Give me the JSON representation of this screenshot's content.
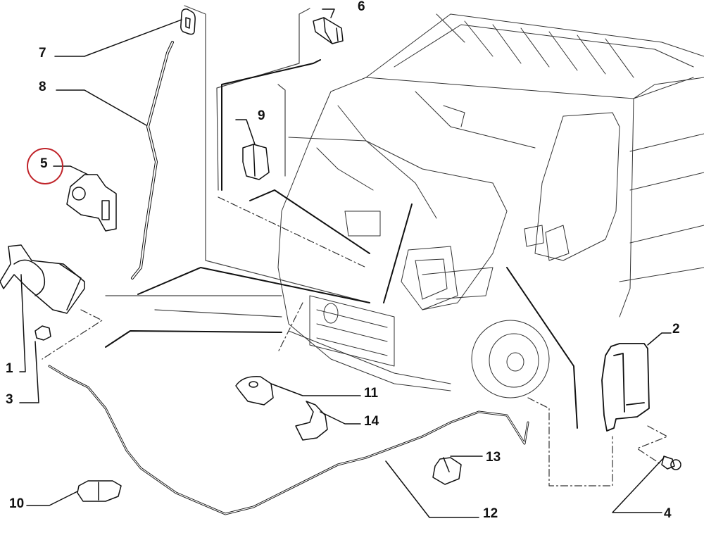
{
  "diagram": {
    "subject": "van-hood-release-exploded-view",
    "highlight_color": "#c0242a",
    "line_color": "#111111",
    "highlighted_callout": "5",
    "callouts": [
      {
        "id": "c1",
        "label": "1",
        "part": "hood-latch"
      },
      {
        "id": "c2",
        "label": "2",
        "part": "release-handle"
      },
      {
        "id": "c3",
        "label": "3",
        "part": "bump-stop"
      },
      {
        "id": "c4",
        "label": "4",
        "part": "screw"
      },
      {
        "id": "c5",
        "label": "5",
        "part": "bracket"
      },
      {
        "id": "c6",
        "label": "6",
        "part": "hood-stop"
      },
      {
        "id": "c7",
        "label": "7",
        "part": "rod-holder"
      },
      {
        "id": "c8",
        "label": "8",
        "part": "hood-prop-rod"
      },
      {
        "id": "c9",
        "label": "9",
        "part": "rod-clip"
      },
      {
        "id": "c10",
        "label": "10",
        "part": "cable-clip"
      },
      {
        "id": "c11",
        "label": "11",
        "part": "retainer-clip"
      },
      {
        "id": "c12",
        "label": "12",
        "part": "release-cable"
      },
      {
        "id": "c13",
        "label": "13",
        "part": "cable-retainer"
      },
      {
        "id": "c14",
        "label": "14",
        "part": "cable-bracket"
      }
    ]
  }
}
